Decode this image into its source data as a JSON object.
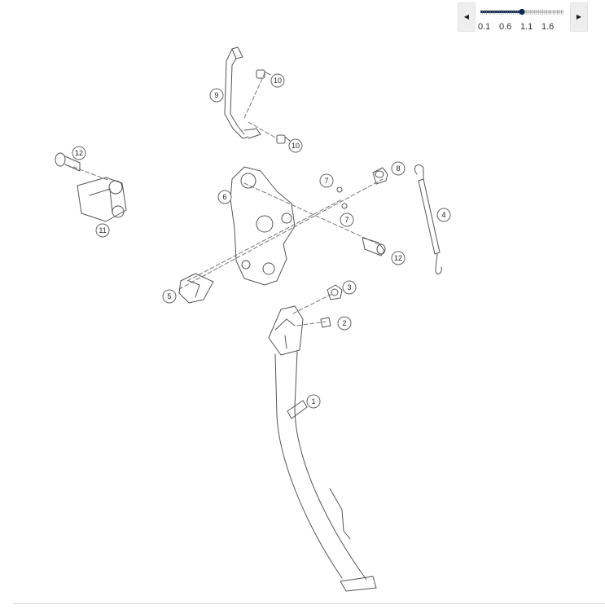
{
  "zoom": {
    "prev_icon": "triangle-left-icon",
    "next_icon": "triangle-right-icon",
    "ticks": [
      "0.1",
      "0.6",
      "1.1",
      "1.6"
    ],
    "min": 0.1,
    "max": 2.1,
    "value": 1.1,
    "accent": "#0e2a52"
  },
  "callouts": [
    "1",
    "2",
    "3",
    "4",
    "5",
    "6",
    "7",
    "7",
    "8",
    "9",
    "10",
    "10",
    "11",
    "12",
    "12"
  ]
}
